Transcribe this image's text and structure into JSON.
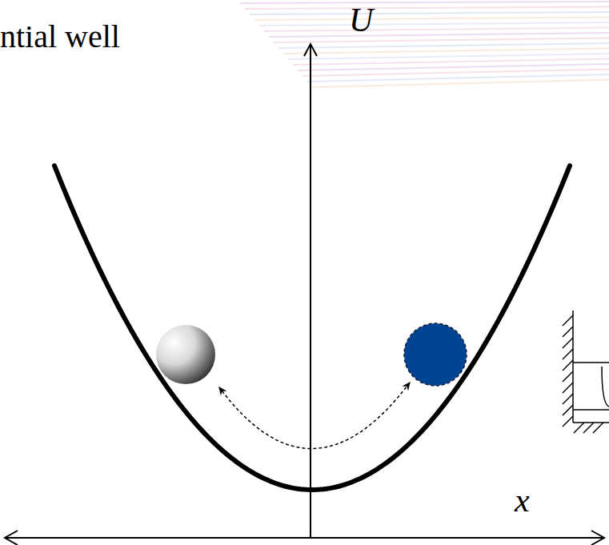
{
  "diagram": {
    "title": "ntial well",
    "labels": [
      "U",
      "x"
    ]
  }
}
